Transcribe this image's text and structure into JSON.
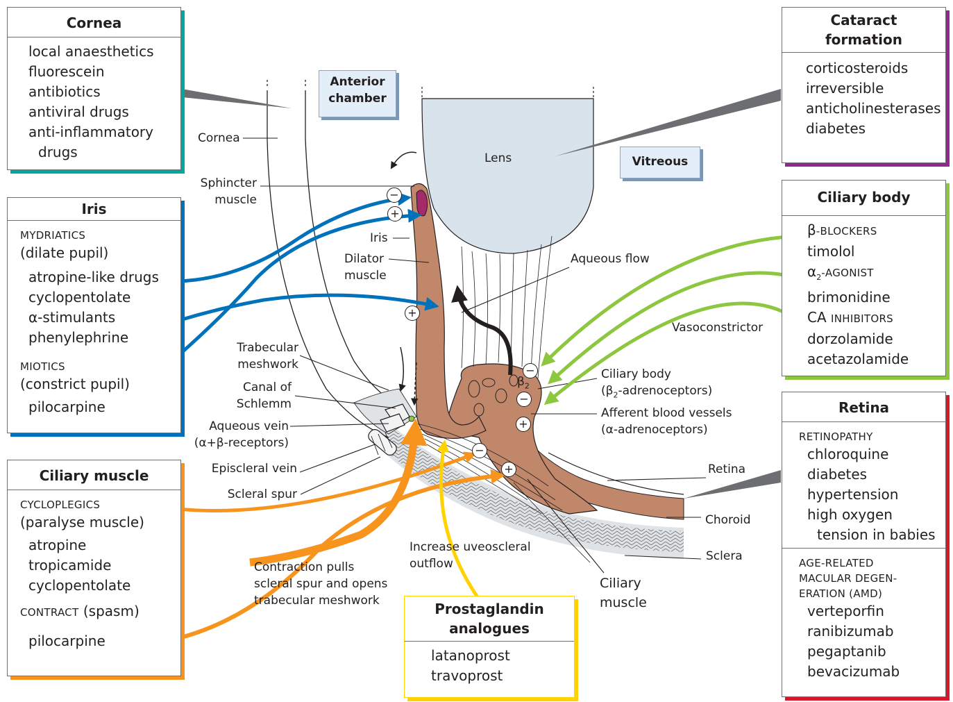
{
  "colors": {
    "cornea": "#00a99d",
    "iris": "#0072bc",
    "ciliary_muscle": "#f7941d",
    "cataract": "#92278f",
    "ciliary_body": "#8dc63f",
    "retina": "#d7182a",
    "prostaglandin": "#ffd200",
    "tissue": "#c0876a"
  },
  "boxes": {
    "cornea": {
      "title": "Cornea",
      "items": [
        "local anaesthetics",
        "fluorescein",
        "antibiotics",
        "antiviral drugs",
        "anti-inflammatory",
        "drugs"
      ]
    },
    "iris": {
      "title": "Iris",
      "cat1": "MYDRIATICS",
      "cat1_note": "(dilate pupil)",
      "cat1_items": [
        "atropine-like drugs",
        "cyclopentolate",
        "α-stimulants",
        "phenylephrine"
      ],
      "cat2": "MIOTICS",
      "cat2_note": "(constrict pupil)",
      "cat2_items": [
        "pilocarpine"
      ]
    },
    "ciliary_muscle": {
      "title": "Ciliary muscle",
      "cat1": "CYCLOPLEGICS",
      "cat1_note": "(paralyse muscle)",
      "cat1_items": [
        "atropine",
        "tropicamide",
        "cyclopentolate"
      ],
      "cat2": "CONTRACT",
      "cat2_note": "(spasm)",
      "cat2_items": [
        "pilocarpine"
      ]
    },
    "cataract": {
      "title_line1": "Cataract",
      "title_line2": "formation",
      "items": [
        "corticosteroids",
        "irreversible",
        "anticholinesterases",
        "diabetes"
      ]
    },
    "ciliary_body": {
      "title": "Ciliary body",
      "b_prefix": "β",
      "b_cat": "-BLOCKERS",
      "b_item": "timolol",
      "a_prefix": "α",
      "a_sub": "2",
      "a_cat": "-AGONIST",
      "a_item": "brimonidine",
      "ca_prefix": "CA ",
      "ca_cat": "INHIBITORS",
      "ca_items": [
        "dorzolamide",
        "acetazolamide"
      ]
    },
    "retina": {
      "title": "Retina",
      "cat1": "RETINOPATHY",
      "cat1_items": [
        "chloroquine",
        "diabetes",
        "hypertension",
        "high oxygen",
        "tension in babies"
      ],
      "cat2_lines": [
        "AGE-RELATED",
        "MACULAR DEGEN-",
        "ERATION (AMD)"
      ],
      "cat2_items": [
        "verteporfin",
        "ranibizumab",
        "pegaptanib",
        "bevacizumab"
      ]
    },
    "prostaglandin": {
      "title_line1": "Prostaglandin",
      "title_line2": "analogues",
      "items": [
        "latanoprost",
        "travoprost"
      ]
    }
  },
  "tags": {
    "anterior_line1": "Anterior",
    "anterior_line2": "chamber",
    "vitreous": "Vitreous"
  },
  "labels": {
    "cornea": "Cornea",
    "sphincter_line1": "Sphincter",
    "sphincter_line2": "muscle",
    "iris": "Iris",
    "dilator_line1": "Dilator",
    "dilator_line2": "muscle",
    "lens": "Lens",
    "aqueous_flow": "Aqueous flow",
    "vasoconstrictor": "Vasoconstrictor",
    "trabecular_line1": "Trabecular",
    "trabecular_line2": "meshwork",
    "canal_line1": "Canal of",
    "canal_line2": "Schlemm",
    "aqueous_vein_line1": "Aqueous vein",
    "aqueous_vein_line2": "(α+β-receptors)",
    "episcleral_vein": "Episcleral vein",
    "scleral_spur": "Scleral spur",
    "ciliary_body_line1": "Ciliary body",
    "ciliary_body_line2_pre": "(β",
    "ciliary_body_line2_sub": "2",
    "ciliary_body_line2_post": "-adrenoceptors)",
    "afferent_line1": "Afferent blood vessels",
    "afferent_line2": "(α-adrenoceptors)",
    "retina": "Retina",
    "choroid": "Choroid",
    "sclera": "Sclera",
    "ciliary_muscle_line1": "Ciliary",
    "ciliary_muscle_line2": "muscle",
    "contraction_line1": "Contraction pulls",
    "contraction_line2": "scleral spur and opens",
    "contraction_line3": "trabecular meshwork",
    "uveoscleral_line1": "Increase uveoscleral",
    "uveoscleral_line2": "outflow",
    "beta2_symbol": "β",
    "beta2_sub": "2"
  },
  "signs": {
    "minus": "−",
    "plus": "+"
  }
}
